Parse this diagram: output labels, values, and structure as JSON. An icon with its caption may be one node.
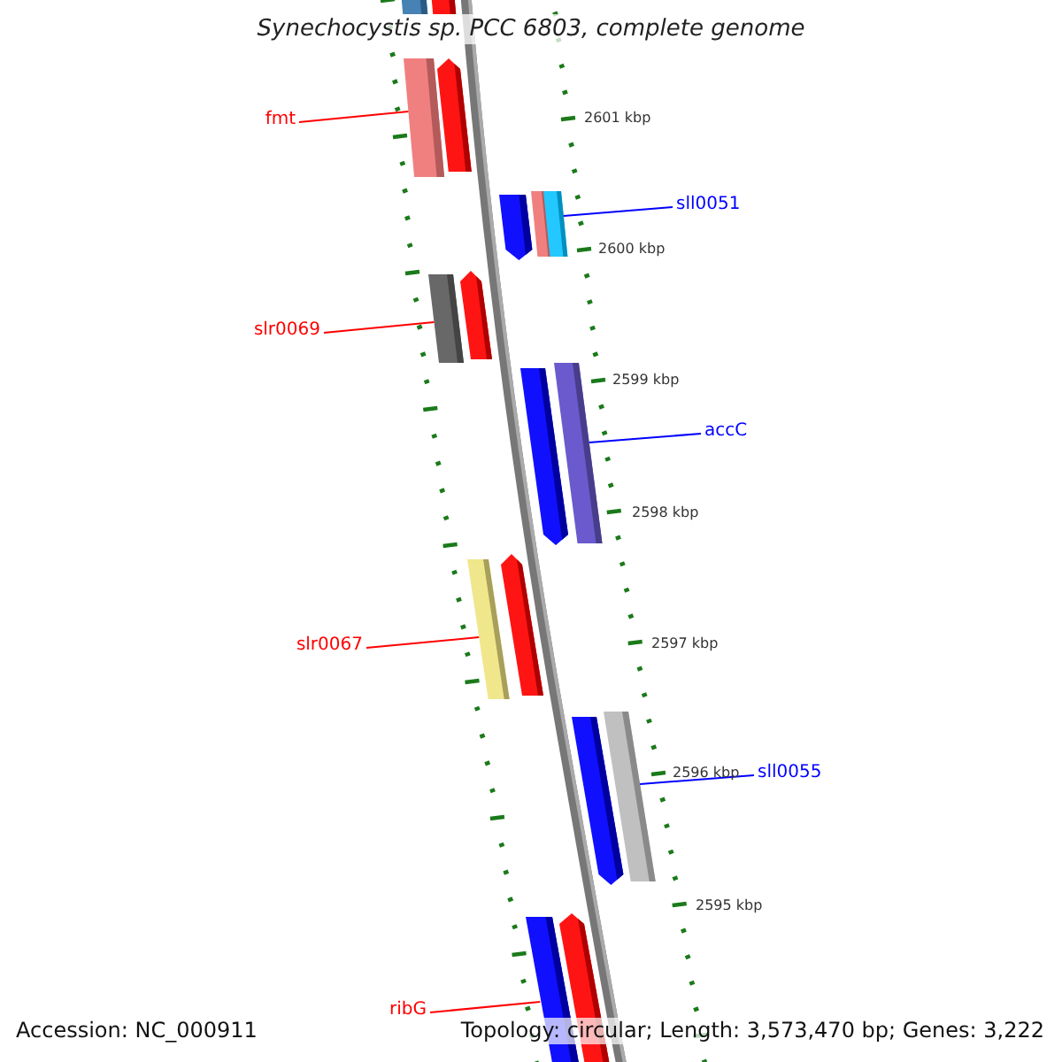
{
  "diagram": {
    "title": "Synechocystis sp. PCC 6803, complete genome",
    "nodes": [
      {
        "text": [
          "fmt"
        ]
      },
      {
        "text": [
          "sll0051"
        ]
      },
      {
        "text": [
          "slr0069"
        ]
      },
      {
        "text": [
          "accC"
        ]
      },
      {
        "text": [
          "slr0067"
        ]
      },
      {
        "text": [
          "sll0055"
        ]
      },
      {
        "text": [
          "ribG"
        ]
      },
      {
        "text": [],
        "shape": "bar"
      },
      {
        "text": [],
        "shape": "bar"
      },
      {
        "text": [],
        "shape": "bar"
      },
      {
        "text": [],
        "shape": "bar"
      },
      {
        "text": [],
        "shape": "bar"
      },
      {
        "text": [],
        "shape": "bar"
      },
      {
        "text": [],
        "shape": "bar"
      },
      {
        "text": [],
        "shape": "bar"
      },
      {
        "text": [],
        "shape": "bar"
      },
      {
        "text": [],
        "shape": "bar"
      },
      {
        "text": [],
        "shape": "bar"
      },
      {
        "text": [],
        "shape": "bar"
      },
      {
        "text": [],
        "shape": "bar"
      },
      {
        "text": [],
        "shape": "bar"
      },
      {
        "text": [],
        "shape": "bar"
      },
      {
        "text": [],
        "shape": "bar"
      },
      {
        "text": [],
        "shape": "bar"
      }
    ],
    "edges": [
      {
        "from": 0,
        "to": 9,
        "arrow": "none",
        "color": "#ff0000"
      },
      {
        "from": 1,
        "to": 13,
        "arrow": "none",
        "color": "#0000ff"
      },
      {
        "from": 2,
        "to": 14,
        "arrow": "none",
        "color": "#ff0000"
      },
      {
        "from": 3,
        "to": 17,
        "arrow": "none",
        "color": "#0000ff"
      },
      {
        "from": 4,
        "to": 18,
        "arrow": "none",
        "color": "#ff0000"
      },
      {
        "from": 5,
        "to": 21,
        "arrow": "none",
        "color": "#0000ff"
      },
      {
        "from": 6,
        "to": 22,
        "arrow": "none",
        "color": "#ff0000"
      }
    ],
    "labels": [
      "2601 kbp",
      "2600 kbp",
      "2599 kbp",
      "2598 kbp",
      "2597 kbp",
      "2596 kbp",
      "2595 kbp",
      "Accession: NC_000911",
      "Topology: circular; Length: 3,573,470 bp; Genes: 3,222"
    ]
  }
}
